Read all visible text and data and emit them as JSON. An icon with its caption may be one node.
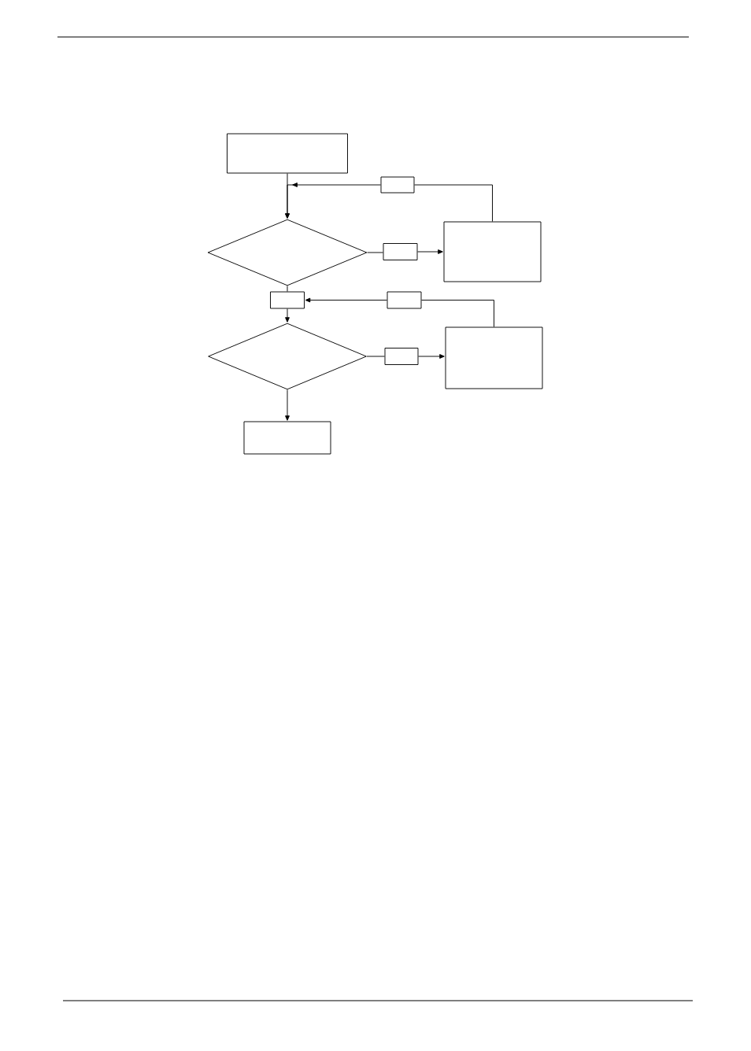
{
  "diagram": {
    "nodes": [
      {
        "text": [],
        "shape": "box"
      },
      {
        "text": [],
        "shape": "box"
      },
      {
        "text": [],
        "shape": "diamond"
      },
      {
        "text": [],
        "shape": "box"
      },
      {
        "text": [],
        "shape": "box"
      },
      {
        "text": [],
        "shape": "box"
      },
      {
        "text": [],
        "shape": "box"
      },
      {
        "text": [],
        "shape": "diamond"
      },
      {
        "text": [],
        "shape": "box"
      },
      {
        "text": [],
        "shape": "box"
      },
      {
        "text": [],
        "shape": "box"
      }
    ],
    "edges": [
      {
        "from": 0,
        "to": 2,
        "arrow": "to"
      },
      {
        "from": 3,
        "to": 1,
        "arrow": "none"
      },
      {
        "from": 1,
        "to": 2,
        "arrow": "to"
      },
      {
        "from": 2,
        "to": 4,
        "arrow": "none"
      },
      {
        "from": 4,
        "to": 3,
        "arrow": "to"
      },
      {
        "from": 2,
        "to": 5,
        "arrow": "none"
      },
      {
        "from": 8,
        "to": 6,
        "arrow": "none"
      },
      {
        "from": 6,
        "to": 5,
        "arrow": "to"
      },
      {
        "from": 5,
        "to": 7,
        "arrow": "to"
      },
      {
        "from": 7,
        "to": 9,
        "arrow": "none"
      },
      {
        "from": 9,
        "to": 8,
        "arrow": "to"
      },
      {
        "from": 7,
        "to": 10,
        "arrow": "to"
      }
    ]
  }
}
